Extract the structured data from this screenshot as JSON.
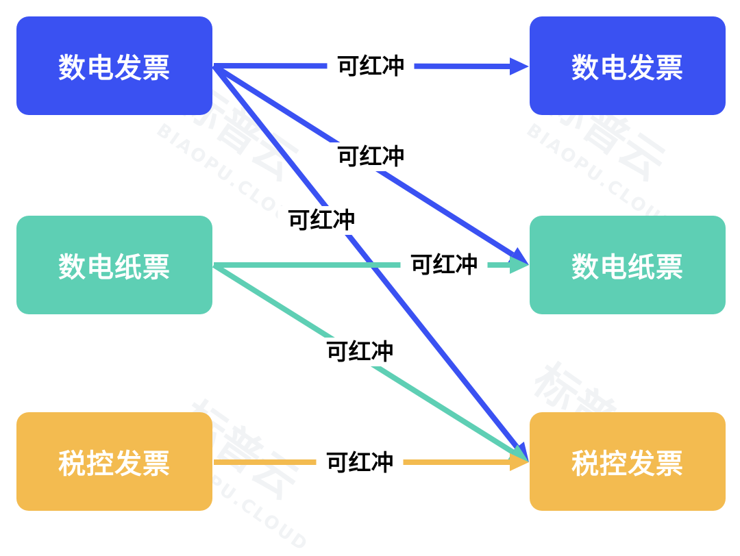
{
  "colors": {
    "blue": "#3a51f2",
    "teal": "#5ecfb4",
    "yellow": "#f3bb50"
  },
  "sources": [
    {
      "id": "s1",
      "label": "数电发票",
      "color": "#3a51f2"
    },
    {
      "id": "s2",
      "label": "数电纸票",
      "color": "#5ecfb4"
    },
    {
      "id": "s3",
      "label": "税控发票",
      "color": "#f3bb50"
    }
  ],
  "targets": [
    {
      "id": "t1",
      "label": "数电发票",
      "color": "#3a51f2"
    },
    {
      "id": "t2",
      "label": "数电纸票",
      "color": "#5ecfb4"
    },
    {
      "id": "t3",
      "label": "税控发票",
      "color": "#f3bb50"
    }
  ],
  "edges": [
    {
      "from": "s1",
      "to": "t1",
      "label": "可红冲",
      "color": "#3a51f2"
    },
    {
      "from": "s1",
      "to": "t2",
      "label": "可红冲",
      "color": "#3a51f2"
    },
    {
      "from": "s1",
      "to": "t3",
      "label": "可红冲",
      "color": "#3a51f2"
    },
    {
      "from": "s2",
      "to": "t2",
      "label": "可红冲",
      "color": "#5ecfb4"
    },
    {
      "from": "s2",
      "to": "t3",
      "label": "可红冲",
      "color": "#5ecfb4"
    },
    {
      "from": "s3",
      "to": "t3",
      "label": "可红冲",
      "color": "#f3bb50"
    }
  ],
  "watermark": {
    "brand": "标普云",
    "domain": "BIAOPU.CLOUD"
  }
}
